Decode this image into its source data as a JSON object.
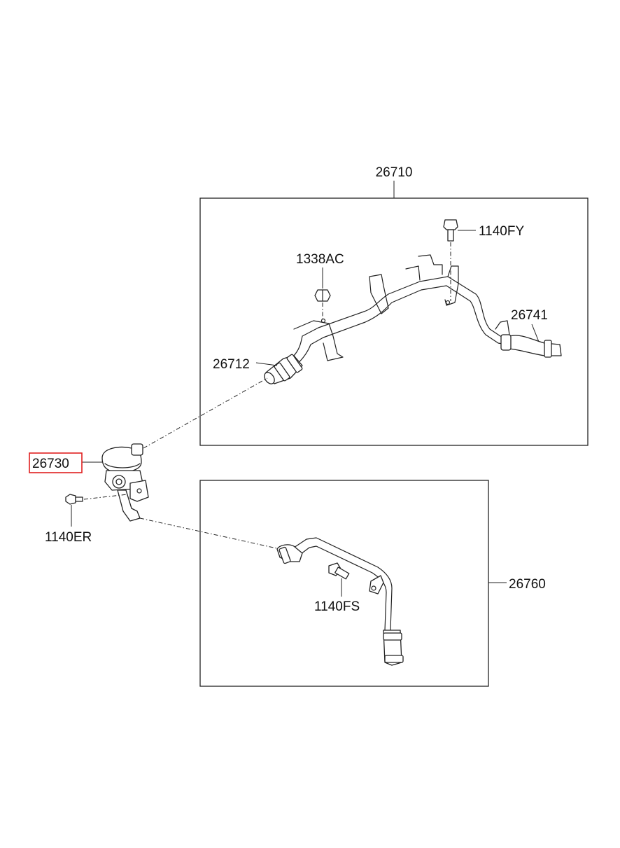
{
  "labels": {
    "assembly_upper": "26710",
    "bolt_upper": "1140FY",
    "nut_upper": "1338AC",
    "hose_right": "26741",
    "hose_left": "26712",
    "valve_highlighted": "26730",
    "bolt_left": "1140ER",
    "assembly_lower": "26760",
    "bolt_lower": "1140FS"
  },
  "colors": {
    "highlight": "#e02020",
    "line": "#222222"
  }
}
